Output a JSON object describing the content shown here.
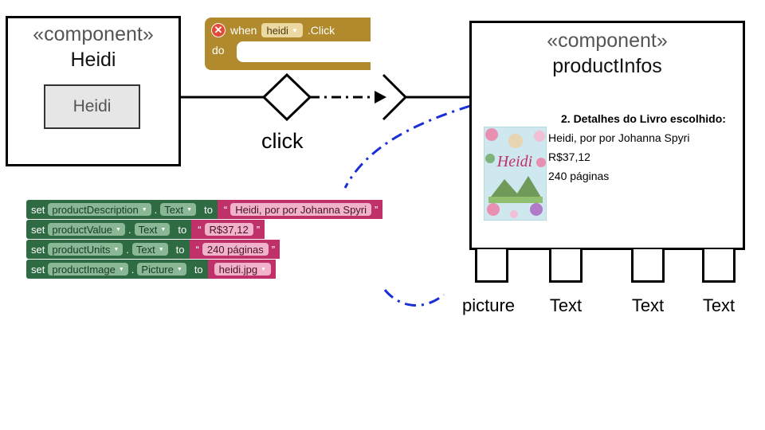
{
  "left_component": {
    "stereotype": "«component»",
    "name": "Heidi",
    "button_label": "Heidi"
  },
  "event_block": {
    "when": "when",
    "component": "heidi",
    "event": ".Click",
    "do": "do",
    "error_icon": "error-x-icon"
  },
  "connector": {
    "label": "click"
  },
  "right_component": {
    "stereotype": "«component»",
    "name": "productInfos",
    "heading": "2. Detalhes do Livro escolhido:",
    "lines": [
      "Heidi, por por Johanna Spyri",
      "R$37,12",
      "240 páginas"
    ],
    "book_cover_title": "Heidi",
    "ports": [
      "picture",
      "Text",
      "Text",
      "Text"
    ]
  },
  "set_blocks": [
    {
      "set": "set",
      "component": "productDescription",
      "dot": ".",
      "property": "Text",
      "to": "to",
      "value": "Heidi, por por Johanna Spyri",
      "kind": "text"
    },
    {
      "set": "set",
      "component": "productValue",
      "dot": ".",
      "property": "Text",
      "to": "to",
      "value": "R$37,12",
      "kind": "text"
    },
    {
      "set": "set",
      "component": "productUnits",
      "dot": ".",
      "property": "Text",
      "to": "to",
      "value": "240 páginas",
      "kind": "text"
    },
    {
      "set": "set",
      "component": "productImage",
      "dot": ".",
      "property": "Picture",
      "to": "to",
      "value": "heidi.jpg",
      "kind": "asset"
    }
  ],
  "colors": {
    "event_block": "#b08a2c",
    "set_block": "#2e6b42",
    "text_block": "#c0316a",
    "dashed_arc": "#1a2fd6"
  }
}
